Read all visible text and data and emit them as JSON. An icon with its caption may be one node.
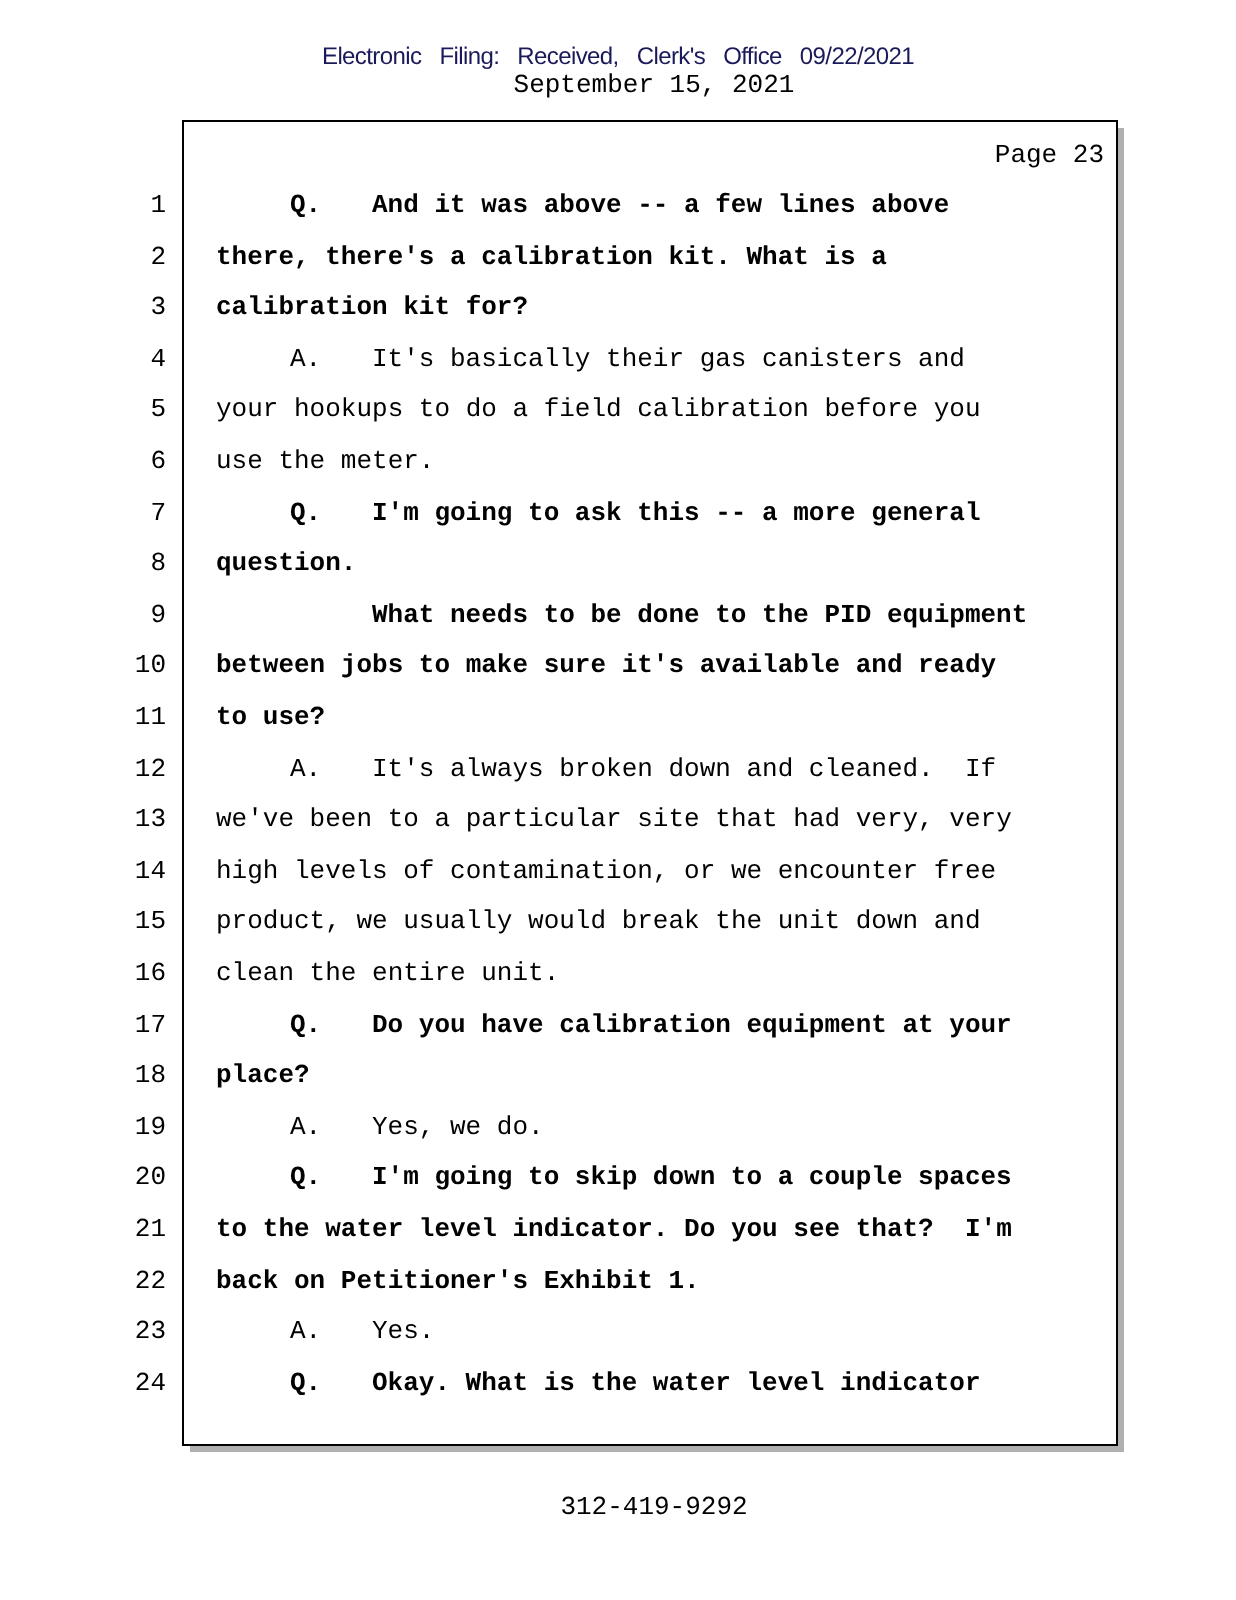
{
  "diagram": {
    "labels": [
      "Electronic Filing: Received, Clerk's Office 09/22/2021",
      "September 15, 2021",
      "Page 23",
      "1",
      "Q.",
      "And it was above -- a few lines above",
      "2",
      "there, there's a calibration kit. What is a",
      "3",
      "calibration kit for?",
      "4",
      "A.",
      "It's basically their gas canisters and",
      "5",
      "your hookups to do a field calibration before you",
      "6",
      "use the meter.",
      "7",
      "Q.",
      "I'm going to ask this -- a more general",
      "8",
      "question.",
      "9",
      "What needs to be done to the PID equipment",
      "10",
      "between jobs to make sure it's available and ready",
      "11",
      "to use?",
      "12",
      "A.",
      "It's always broken down and cleaned.  If",
      "13",
      "we've been to a particular site that had very, very",
      "14",
      "high levels of contamination, or we encounter free",
      "15",
      "product, we usually would break the unit down and",
      "16",
      "clean the entire unit.",
      "17",
      "Q.",
      "Do you have calibration equipment at your",
      "18",
      "place?",
      "19",
      "A.",
      "Yes, we do.",
      "20",
      "Q.",
      "I'm going to skip down to a couple spaces",
      "21",
      "to the water level indicator. Do you see that?  I'm",
      "22",
      "back on Petitioner's Exhibit 1.",
      "23",
      "A.",
      "Yes.",
      "24",
      "Q.",
      "Okay. What is the water level indicator",
      "312-419-9292"
    ]
  }
}
